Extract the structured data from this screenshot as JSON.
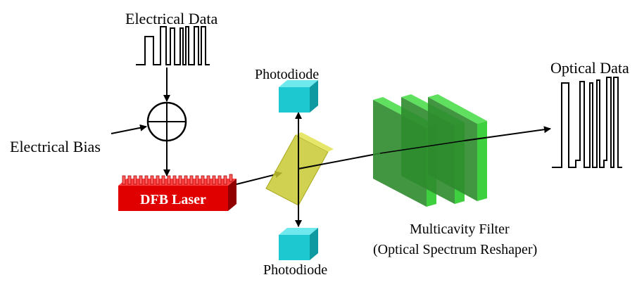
{
  "labels": {
    "electrical_data": "Electrical Data",
    "electrical_bias": "Electrical Bias",
    "dfb_laser": "DFB Laser",
    "photodiode_top": "Photodiode",
    "photodiode_bottom": "Photodiode",
    "filter_line1": "Multicavity Filter",
    "filter_line2": "(Optical Spectrum Reshaper)",
    "optical_data": "Optical Data"
  },
  "colors": {
    "laser": "#e00000",
    "laser_dark": "#a00000",
    "photodiode": "#1ec8d0",
    "beam_splitter": "#c8c832",
    "filter": "#2e8b2e",
    "filter_edge": "#5fe05f"
  }
}
